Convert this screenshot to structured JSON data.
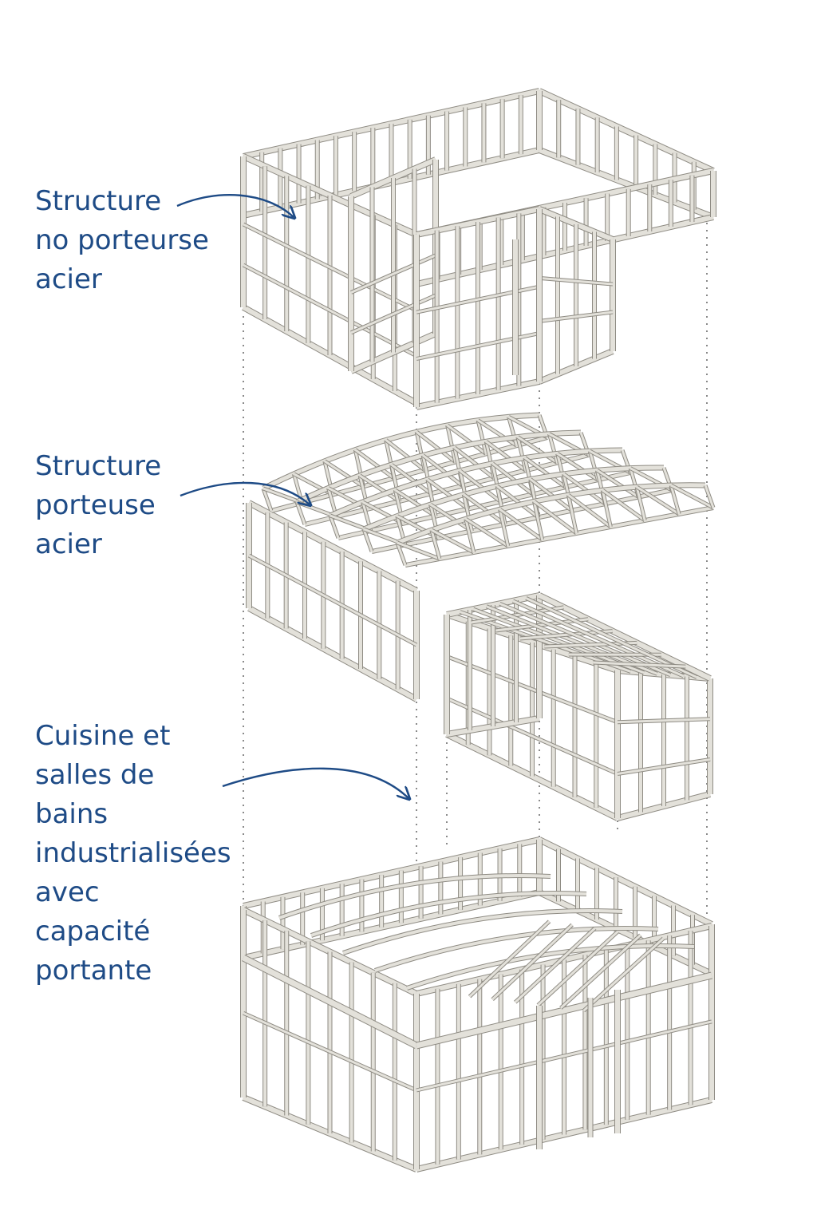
{
  "labels": {
    "non_load_bearing": [
      "Structure",
      "no porteurse",
      "acier"
    ],
    "load_bearing": [
      "Structure",
      "porteuse",
      "acier"
    ],
    "modules": [
      "Cuisine et",
      "salles de",
      "bains",
      "industrialisées",
      "avec",
      "capacité",
      "portante"
    ]
  },
  "colors": {
    "label_text": "#1e4b86",
    "arrow": "#1e4b86",
    "frame": "#e3e1da",
    "frame_edge": "#8f8c84",
    "guide": "#8a8a8a"
  },
  "icons": {
    "arrow": "curved-arrow-icon"
  }
}
